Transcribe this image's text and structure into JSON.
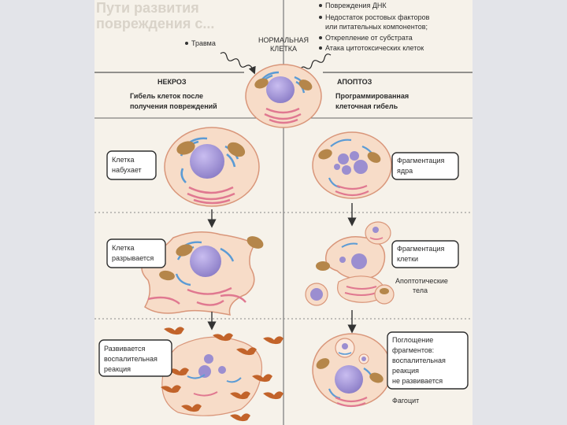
{
  "top_title": {
    "line1": "Пути развития",
    "line2": "повреждения с..."
  },
  "causes_left": "Травма",
  "normal_cell": {
    "line1": "НОРМАЛЬНАЯ",
    "line2": "КЛЕТКА"
  },
  "causes_right": [
    "Повреждения ДНК",
    "Недостаток ростовых факторов",
    "или питательных компонентов;",
    "Открепление от субстрата",
    "Атака цитотоксических клеток"
  ],
  "necrosis": {
    "heading": "НЕКРОЗ",
    "subtitle_line1": "Гибель клеток после",
    "subtitle_line2": "получения повреждений",
    "step1": {
      "line1": "Клетка",
      "line2": "набухает"
    },
    "step2": {
      "line1": "Клетка",
      "line2": "разрывается"
    },
    "step3": {
      "line1": "Развивается",
      "line2": "воспалительная",
      "line3": "реакция"
    }
  },
  "apoptosis": {
    "heading": "АПОПТОЗ",
    "subtitle_line1": "Программированная",
    "subtitle_line2": "клеточная гибель",
    "step1": {
      "line1": "Фрагментация",
      "line2": "ядра"
    },
    "step2": {
      "line1": "Фрагментация",
      "line2": "клетки"
    },
    "bodies_label": {
      "line1": "Апоптотические",
      "line2": "тела"
    },
    "step3": {
      "line1": "Поглощение",
      "line2": "фрагментов:",
      "line3": "воспалительная",
      "line4": "реакция",
      "line5": "не развивается"
    },
    "phagocyte_label": "Фагоцит"
  },
  "colors": {
    "cell_fill": "#f7dcc8",
    "cell_stroke": "#d9967a",
    "nucleus": "#9b8ed0",
    "er": "#e07890",
    "golgi": "#5b9bd5",
    "mito": "#b5864a"
  }
}
